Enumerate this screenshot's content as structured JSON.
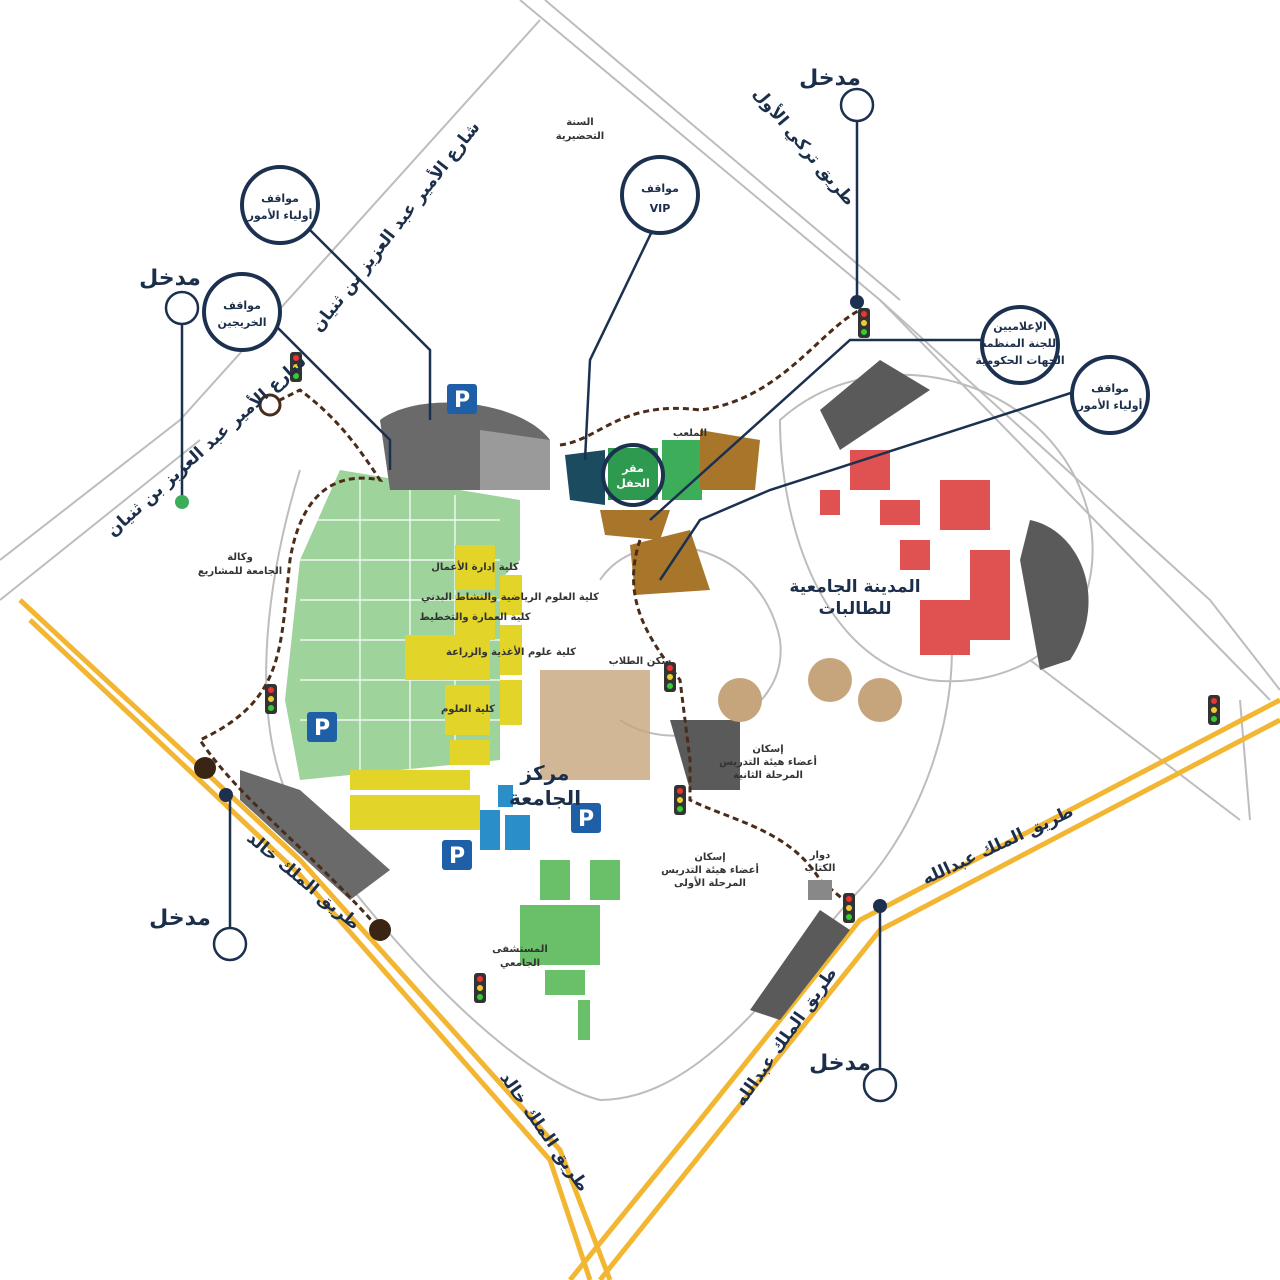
{
  "colors": {
    "navy": "#1c3150",
    "highway": "#f2b632",
    "parking_green": "#9fd39c",
    "college_yellow": "#e3d42a",
    "brown": "#a8762b",
    "housing_tan": "#c7a57c",
    "red_buildings": "#e05252",
    "hospital_green": "#6abf69",
    "center_blue": "#2a8fc9",
    "lot_grey": "#5a5a5a",
    "parking_blue": "#1f5fa8",
    "route": "#4a2c1a"
  },
  "entrances": [
    "مدخل",
    "مدخل",
    "مدخل",
    "مدخل"
  ],
  "callouts": {
    "parents_parking_left": [
      "مواقف",
      "أولياء الأمور"
    ],
    "graduates_parking": [
      "مواقف",
      "الخريجين"
    ],
    "vip_parking": [
      "مواقف",
      "VIP"
    ],
    "media": [
      "الإعلاميين",
      "اللجنة المنظمة",
      "الجهات الحكومية"
    ],
    "parents_parking_right": [
      "مواقف",
      "أولياء الأمور"
    ]
  },
  "roads": {
    "turki": "طريق تركي الأول",
    "prince_top": "شارع الأمير عبد العزيز بن ثنيان",
    "prince_left": "شارع الأمير عبد العزيز بن ثنيان",
    "khalid_1": "طريق الملك خالد",
    "khalid_2": "طريق الملك خالد",
    "abdullah_1": "طريق الملك عبدالله",
    "abdullah_2": "طريق الملك عبدالله"
  },
  "places": {
    "ceremony": [
      "مقر",
      "الحفل"
    ],
    "stadium": "الملعب",
    "women_city": [
      "المدينة الجامعية",
      "للطالبات"
    ],
    "center": [
      "مركز",
      "الجامعة"
    ],
    "student_housing": "سكن الطلاب",
    "faculty_phase2": [
      "إسكان",
      "أعضاء هيئة التدريس",
      "المرحلة الثانية"
    ],
    "faculty_phase1": [
      "إسكان",
      "أعضاء هيئة التدريس",
      "المرحلة الأولى"
    ],
    "book_roundabout": [
      "دوار",
      "الكتاب"
    ],
    "hospital": [
      "المستشفى",
      "الجامعي"
    ],
    "projects_agency": [
      "وكالة",
      "الجامعة للمشاريع"
    ],
    "prep_year": [
      "السنة",
      "التحضيرية"
    ],
    "colleges": [
      "كلية إدارة الأعمال",
      "كلية العلوم الرياضية والنشاط البدني",
      "كلية العمارة والتخطيط",
      "كلية علوم الأغذية والزراعة",
      "كلية العلوم"
    ]
  },
  "parking_sign": "P"
}
